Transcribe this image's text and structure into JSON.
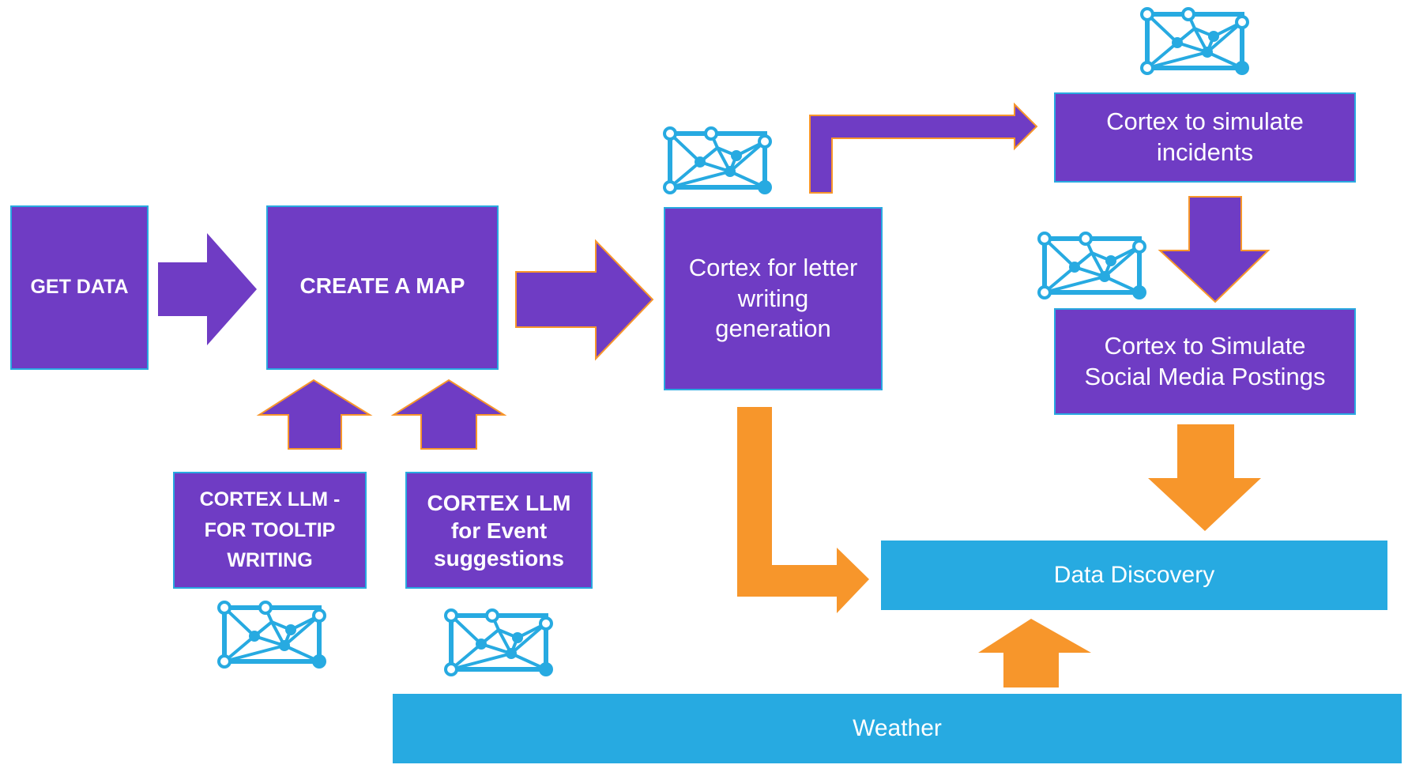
{
  "boxes": {
    "get_data": "GET DATA",
    "create_map": "CREATE A MAP",
    "cortex_letter": "Cortex for letter writing generation",
    "cortex_incidents": "Cortex to simulate incidents",
    "cortex_social": "Cortex to Simulate Social Media Postings",
    "cortex_tooltip": "CORTEX LLM - FOR TOOLTIP WRITING",
    "cortex_event": "CORTEX LLM for Event suggestions",
    "data_discovery": "Data Discovery",
    "weather": "Weather"
  },
  "icons": [
    "network-map-icon",
    "network-map-icon",
    "network-map-icon",
    "network-map-icon",
    "network-map-icon"
  ],
  "colors": {
    "purple": "#6f3cc4",
    "blue": "#27aae1",
    "orange": "#f7962b"
  }
}
